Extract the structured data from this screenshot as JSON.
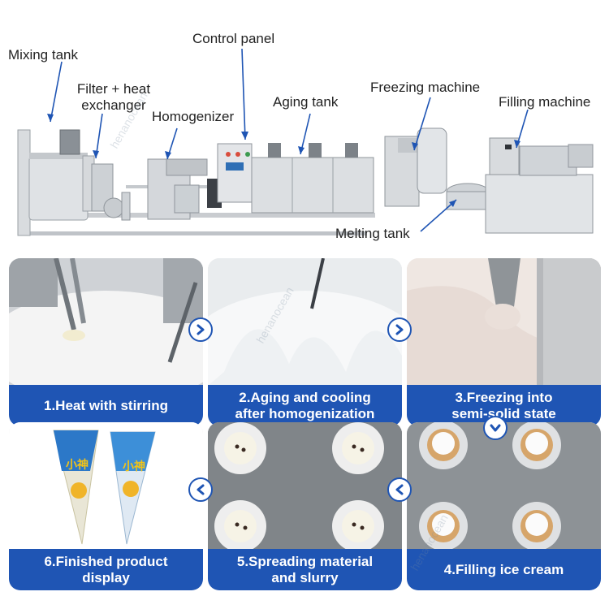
{
  "labels": {
    "mixing_tank": "Mixing tank",
    "filter_line1": "Filter + heat",
    "filter_line2": "exchanger",
    "homogenizer": "Homogenizer",
    "control_panel": "Control panel",
    "aging_tank": "Aging tank",
    "freezing_machine": "Freezing machine",
    "filling_machine": "Filling machine",
    "melting_tank": "Melting tank"
  },
  "steps": [
    {
      "line1": "1.Heat with stirring",
      "line2": ""
    },
    {
      "line1": "2.Aging and cooling",
      "line2": "after homogenization"
    },
    {
      "line1": "3.Freezing into",
      "line2": "semi-solid state"
    },
    {
      "line1": "4.Filling ice cream",
      "line2": ""
    },
    {
      "line1": "5.Spreading material",
      "line2": "and slurry"
    },
    {
      "line1": "6.Finished product",
      "line2": "display"
    }
  ],
  "cone_text": "小神",
  "watermark": "henanocean",
  "colors": {
    "caption_bg": "#1f55b4",
    "caption_text": "#ffffff",
    "arrow_border": "#1f55b4"
  },
  "icons": {
    "next_arrow": "chevron-right-icon",
    "down_arrow": "chevron-down-icon",
    "prev_arrow": "chevron-left-icon"
  }
}
